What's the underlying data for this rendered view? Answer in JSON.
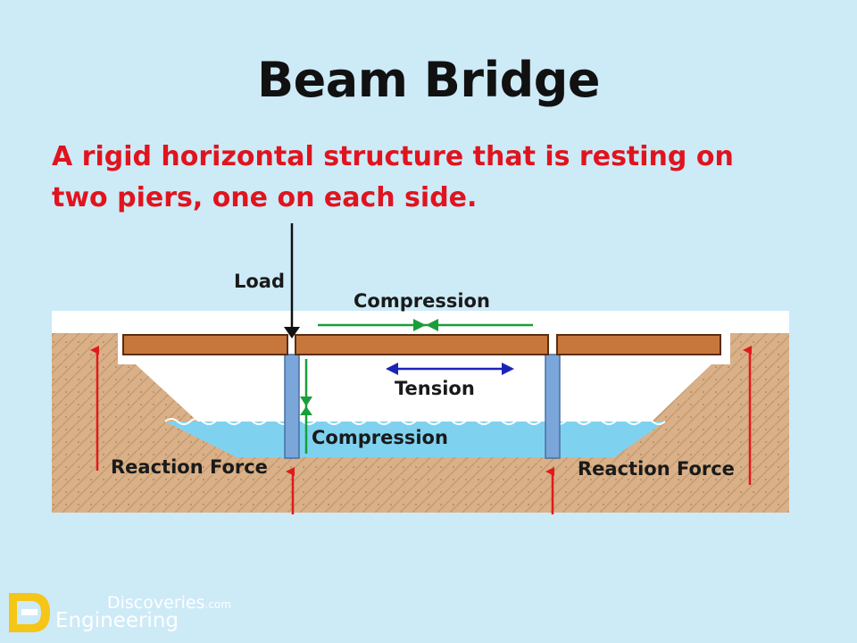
{
  "title": "Beam Bridge",
  "description": "A rigid horizontal structure that is resting on two piers, one on each side.",
  "labels": {
    "load": "Load",
    "compression_top": "Compression",
    "tension": "Tension",
    "compression_pier": "Compression",
    "reaction_left": "Reaction Force",
    "reaction_right": "Reaction Force"
  },
  "brand": {
    "top": "Discoveries",
    "top_suffix": ".com",
    "bottom": "Engineering"
  },
  "colors": {
    "background": "#cdeaf7",
    "title": "#111111",
    "description": "#e0141e",
    "deck": "#c7773b",
    "ground": "#d9b088",
    "water": "#7fd2ef",
    "pier": "#7aa6da",
    "compression_arrow": "#1a9e3c",
    "tension_arrow": "#1b24b8",
    "reaction_arrow": "#e01a1a",
    "load_arrow": "#111111"
  },
  "icons": [
    "engineering-discoveries-logo-icon"
  ]
}
